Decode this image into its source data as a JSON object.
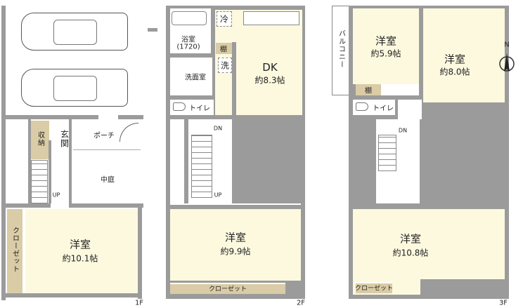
{
  "floors": [
    {
      "label": "1F",
      "rooms": {
        "storage": "収納",
        "entrance": "玄関",
        "porch": "ポーチ",
        "courtyard": "中庭",
        "western_room": "洋室",
        "western_room_size": "約10.1帖",
        "closet": "クローゼット",
        "stairs_up": "UP"
      }
    },
    {
      "label": "2F",
      "rooms": {
        "bath": "浴室",
        "bath_size": "(1720)",
        "fridge": "冷",
        "shelf": "棚",
        "washer": "洗",
        "washroom": "洗面室",
        "toilet": "トイレ",
        "dk": "DK",
        "dk_size": "約8.3帖",
        "stairs_dn": "DN",
        "stairs_up": "UP",
        "western_room": "洋室",
        "western_room_size": "約9.9帖",
        "closet": "クローゼット"
      }
    },
    {
      "label": "3F",
      "rooms": {
        "balcony": "バルコニー",
        "room_a": "洋室",
        "room_a_size": "約5.9帖",
        "shelf": "棚",
        "room_b": "洋室",
        "room_b_size": "約8.0帖",
        "toilet": "トイレ",
        "stairs_dn": "DN",
        "room_c": "洋室",
        "room_c_size": "約10.8帖",
        "closet": "クローゼット"
      }
    }
  ],
  "compass": {
    "label": "N"
  }
}
